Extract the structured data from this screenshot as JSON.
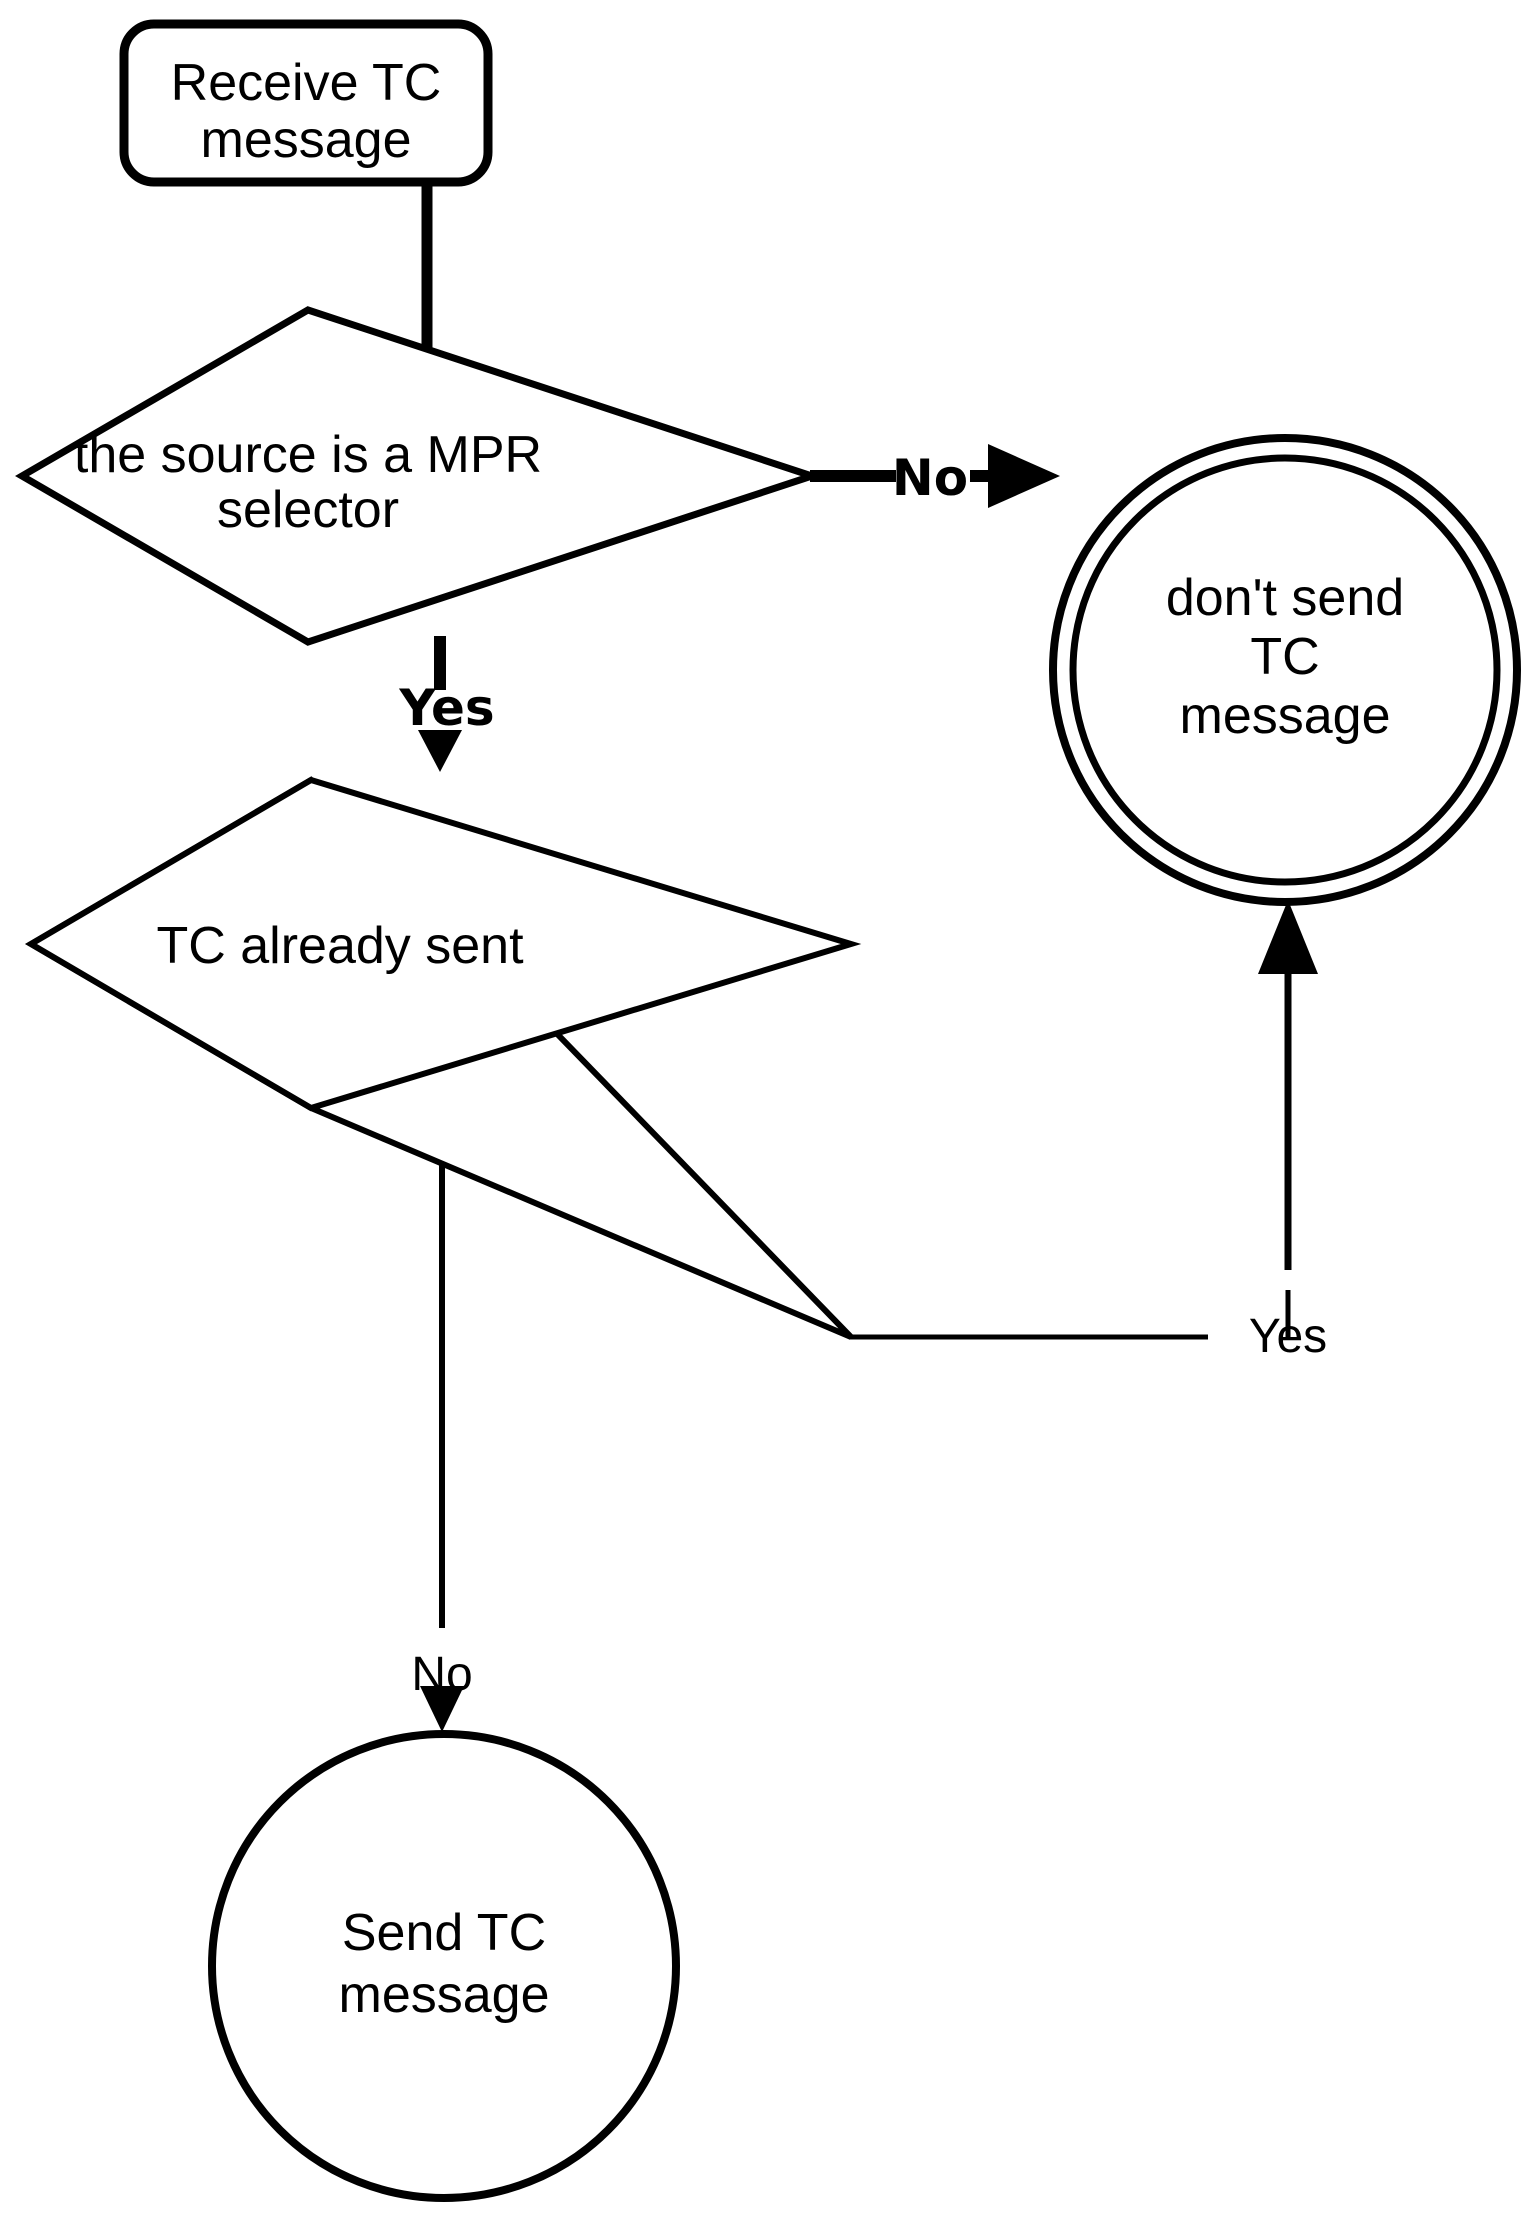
{
  "diagram": {
    "title": "TC message forwarding decision flowchart",
    "type": "flowchart",
    "background_color": "#ffffff",
    "stroke_color": "#000000"
  },
  "nodes": {
    "start": {
      "shape": "rounded-rectangle",
      "line1": "Receive TC",
      "line2": "message"
    },
    "decision_mpr": {
      "shape": "diamond",
      "line1": "the source is a MPR",
      "line2": "selector"
    },
    "decision_sent": {
      "shape": "diamond",
      "line1": "TC already sent"
    },
    "terminal_dont_send": {
      "shape": "double-circle",
      "line1": "don't send",
      "line2": "TC",
      "line3": "message"
    },
    "terminal_send": {
      "shape": "circle",
      "line1": "Send TC",
      "line2": "message"
    }
  },
  "edges": {
    "start_to_mpr": {
      "label": ""
    },
    "mpr_no": {
      "label": "No"
    },
    "mpr_yes": {
      "label": "Yes"
    },
    "sent_yes": {
      "label": "Yes"
    },
    "sent_no": {
      "label": "No"
    }
  }
}
